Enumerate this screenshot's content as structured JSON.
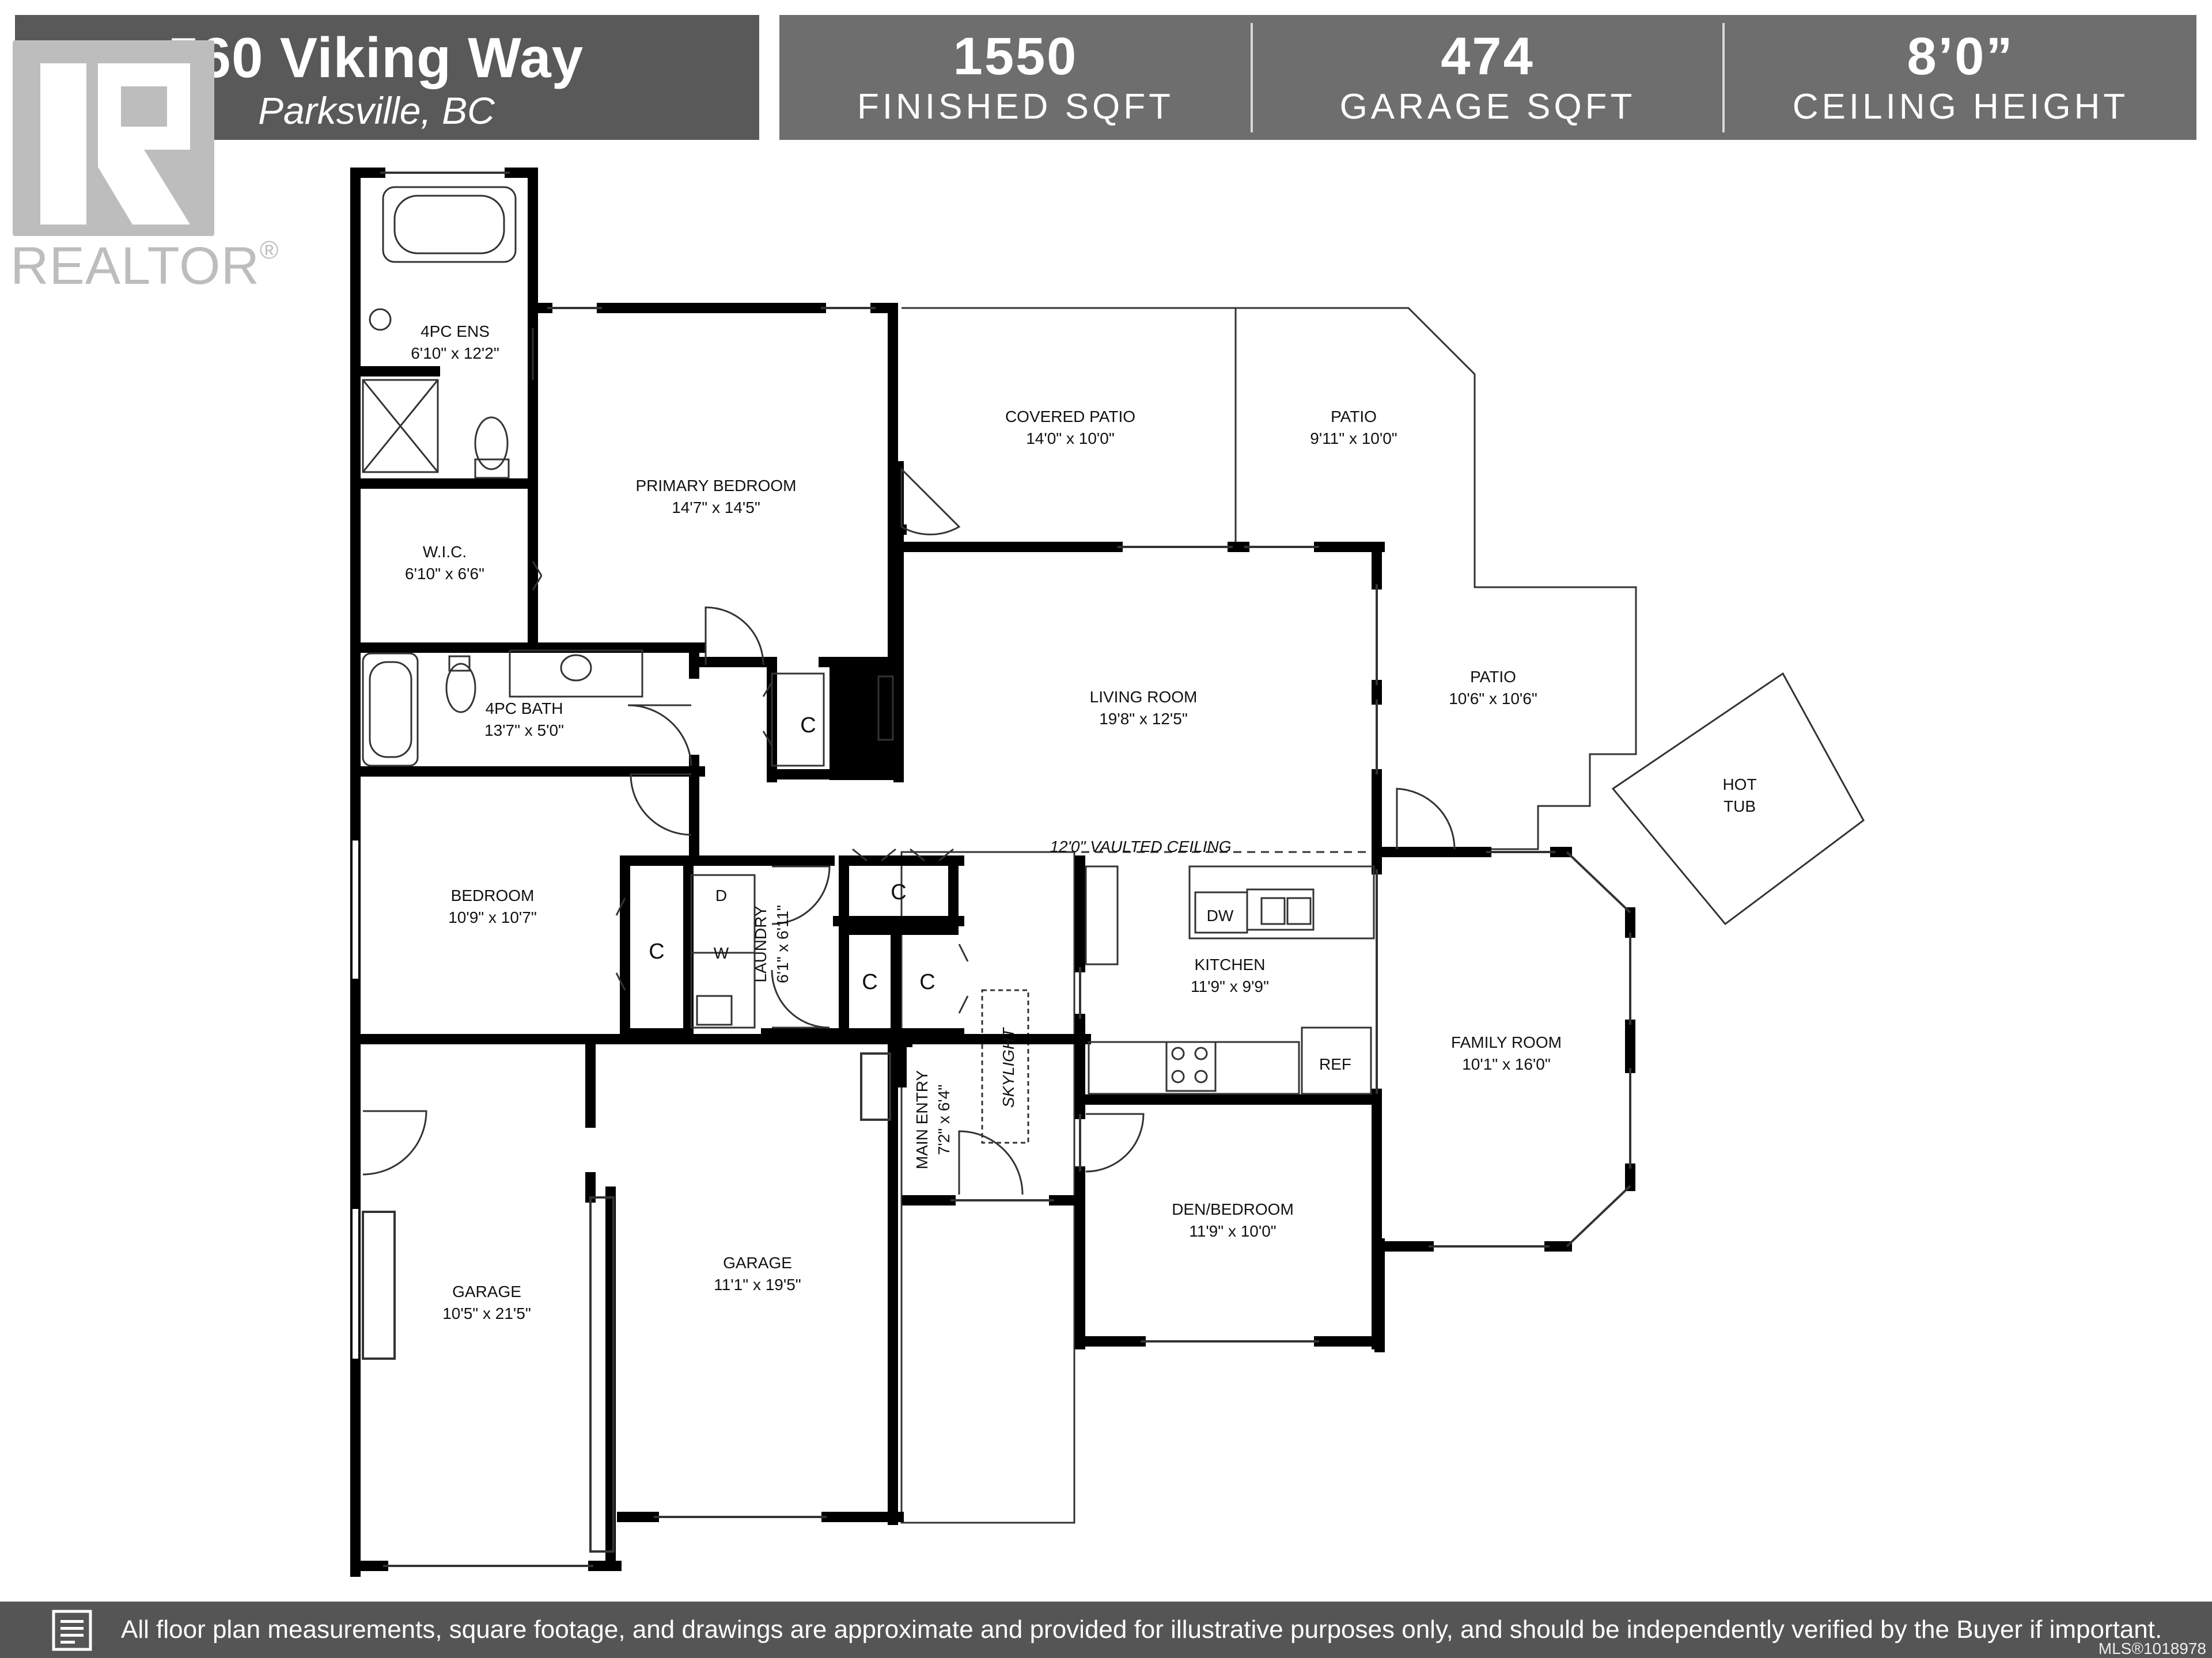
{
  "header": {
    "address_line1": "560 Viking Way",
    "address_line2": "Parksville, BC",
    "stats": [
      {
        "value": "1550",
        "label": "FINISHED SQFT"
      },
      {
        "value": "474",
        "label": "GARAGE SQFT"
      },
      {
        "value": "8’0”",
        "label": "CEILING HEIGHT"
      }
    ]
  },
  "logo": {
    "text": "REALTOR",
    "reg": "®"
  },
  "plan": {
    "rooms": [
      {
        "name": "4PC ENS",
        "dims": "6'10\" x 12'2\""
      },
      {
        "name": "W.I.C.",
        "dims": "6'10\" x 6'6\""
      },
      {
        "name": "PRIMARY BEDROOM",
        "dims": "14'7\" x 14'5\""
      },
      {
        "name": "COVERED PATIO",
        "dims": "14'0\" x 10'0\""
      },
      {
        "name": "PATIO",
        "dims": "9'11\" x 10'0\""
      },
      {
        "name": "4PC BATH",
        "dims": "13'7\" x 5'0\""
      },
      {
        "name": "LIVING ROOM",
        "dims": "19'8\" x 12'5\""
      },
      {
        "name": "PATIO",
        "dims": "10'6\" x 10'6\""
      },
      {
        "name": "BEDROOM",
        "dims": "10'9\" x 10'7\""
      },
      {
        "name": "LAUNDRY",
        "dims": "6'1\" x 6'11\""
      },
      {
        "name": "KITCHEN",
        "dims": "11'9\" x 9'9\""
      },
      {
        "name": "FAMILY ROOM",
        "dims": "10'1\" x 16'0\""
      },
      {
        "name": "MAIN ENTRY",
        "dims": "7'2\" x 6'4\""
      },
      {
        "name": "GARAGE",
        "dims": "10'5\" x 21'5\""
      },
      {
        "name": "GARAGE",
        "dims": "11'1\" x 19'5\""
      },
      {
        "name": "DEN/BEDROOM",
        "dims": "11'9\" x 10'0\""
      }
    ],
    "hot_tub": [
      "HOT",
      "TUB"
    ],
    "vaulted_ceiling": "12'0\" VAULTED CEILING",
    "skylight": "SKYLIGHT",
    "closet": "C",
    "fixtures": {
      "dryer": "D",
      "washer": "W",
      "dishwasher": "DW",
      "fridge": "REF"
    }
  },
  "footer": {
    "disclaimer": "All floor plan measurements, square footage, and drawings are approximate and provided for illustrative purposes only, and should be independently verified by the Buyer if important.",
    "mls": "MLS®1018978"
  },
  "colors": {
    "header_bg": "#6e6e6e",
    "address_bg": "#595959",
    "footer_bg": "#555555",
    "wall": "#000000",
    "logo": "#bdbdbd"
  }
}
